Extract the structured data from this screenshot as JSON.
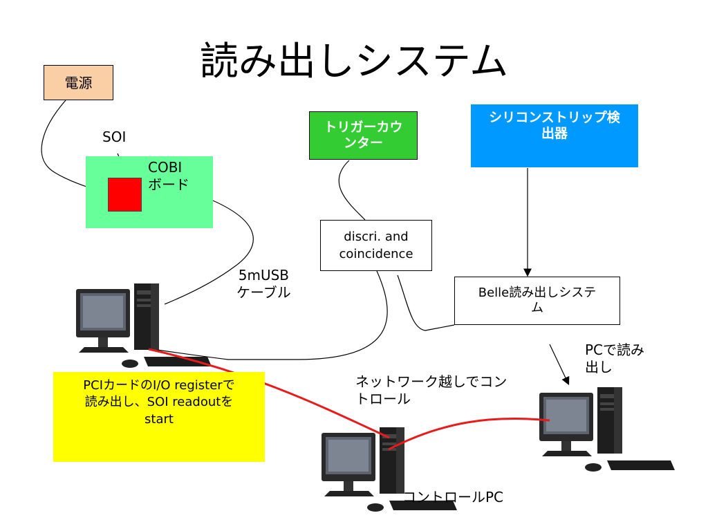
{
  "title": "読み出しシステム",
  "nodes": {
    "power": "電源",
    "soi": "SOI",
    "cobi_board": "COBI\nボード",
    "trigger_counter": "トリガーカウ\nンター",
    "silicon_detector": "シリコンストリップ検\n出器",
    "discri": "discri. and\ncoincidence",
    "belle_readout": "Belle読み出しシステ\nム",
    "usb_cable": "5mUSB\nケーブル",
    "pc_readout": "PCで読み\n出し",
    "pci_note": "PCIカードのI/O registerで\n読み出し、SOI readoutを\nstart",
    "network_control": "ネットワーク越しでコン\nトロール",
    "control_pc": "コントロールPC"
  },
  "colors": {
    "power_fill": "#fbcfa5",
    "cobi_fill": "#66ff99",
    "soi_chip": "#ff0000",
    "trigger_fill": "#33cc33",
    "silicon_fill": "#0099ff",
    "note_fill": "#ffff00",
    "link_red": "#e81a1a"
  },
  "icons": [
    "desktop-pc-icon"
  ]
}
